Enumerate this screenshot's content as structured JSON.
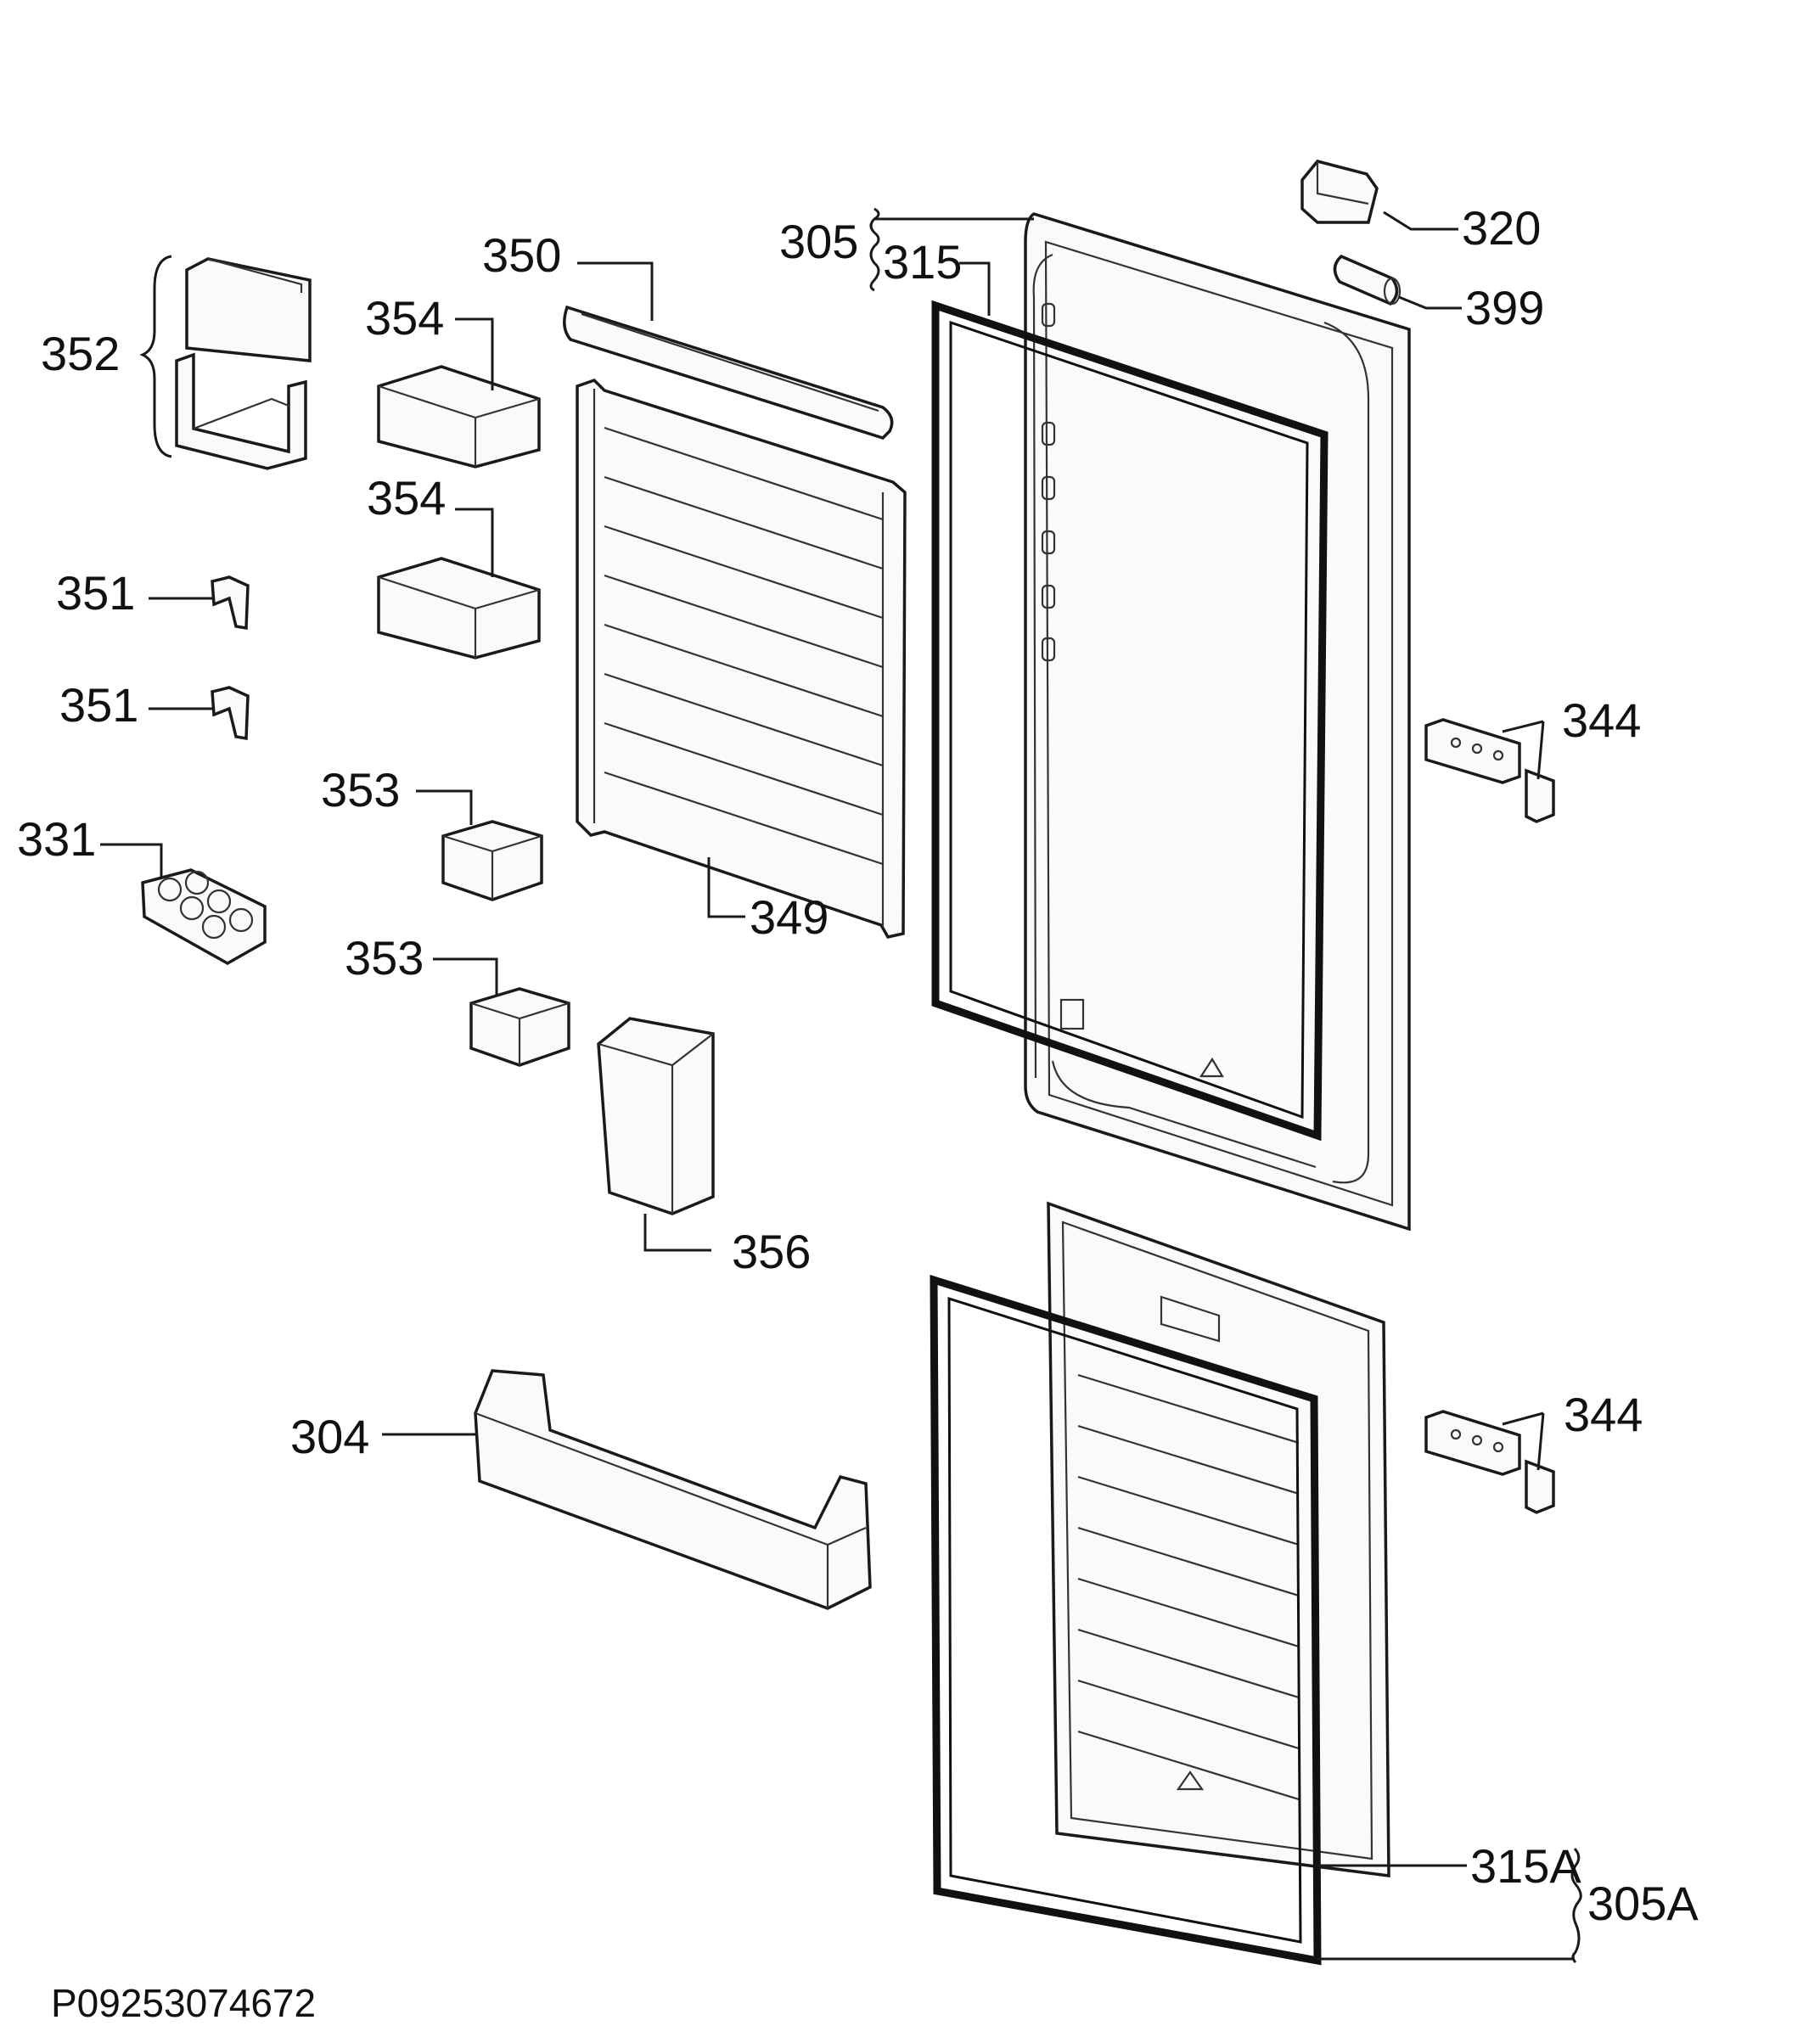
{
  "diagram": {
    "drawing_code": "P09253074672",
    "labels": {
      "l305": "305",
      "l315": "315",
      "l320": "320",
      "l399": "399",
      "l350": "350",
      "l352": "352",
      "l354a": "354",
      "l354b": "354",
      "l351a": "351",
      "l351b": "351",
      "l331": "331",
      "l353a": "353",
      "l353b": "353",
      "l349": "349",
      "l356": "356",
      "l344a": "344",
      "l344b": "344",
      "l304": "304",
      "l315a": "315A",
      "l305a": "305A"
    }
  }
}
